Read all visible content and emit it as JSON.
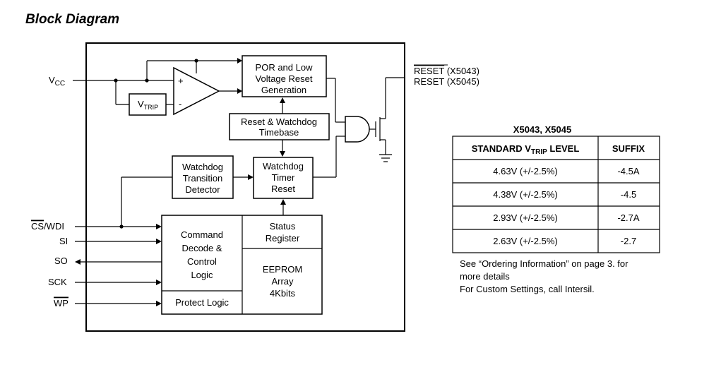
{
  "title": "Block Diagram",
  "pins": {
    "vcc_main": "V",
    "vcc_sub": "CC",
    "cs_bar": "CS",
    "cs_rest": "/WDI",
    "si": "SI",
    "so": "SO",
    "sck": "SCK",
    "wp": "WP"
  },
  "blocks": {
    "vtrip_main": "V",
    "vtrip_sub": "TRIP",
    "opamp_plus": "+",
    "opamp_minus": "-",
    "por": [
      "POR and Low",
      "Voltage Reset",
      "Generation"
    ],
    "timebase": [
      "Reset & Watchdog",
      "Timebase"
    ],
    "transition": [
      "Watchdog",
      "Transition",
      "Detector"
    ],
    "timer_reset": [
      "Watchdog",
      "Timer",
      "Reset"
    ],
    "command": [
      "Command",
      "Decode &",
      "Control",
      "Logic"
    ],
    "status": [
      "Status",
      "Register"
    ],
    "eeprom": [
      "EEPROM",
      "Array",
      "4Kbits"
    ],
    "protect": "Protect Logic"
  },
  "outputs": {
    "reset_bar": "RESET",
    "reset_bar_part": " (X5043)",
    "reset": "RESET (X5045)"
  },
  "table": {
    "caption": "X5043, X5045",
    "header_main": "STANDARD V",
    "header_sub": "TRIP",
    "header_tail": " LEVEL",
    "header_suffix": "SUFFIX",
    "rows": [
      {
        "level": "4.63V (+/-2.5%)",
        "suffix": "-4.5A"
      },
      {
        "level": "4.38V (+/-2.5%)",
        "suffix": "-4.5"
      },
      {
        "level": "2.93V (+/-2.5%)",
        "suffix": "-2.7A"
      },
      {
        "level": "2.63V (+/-2.5%)",
        "suffix": "-2.7"
      }
    ]
  },
  "notes": [
    "See “Ordering Information” on page 3. for",
    "more details",
    "For Custom Settings, call Intersil."
  ]
}
